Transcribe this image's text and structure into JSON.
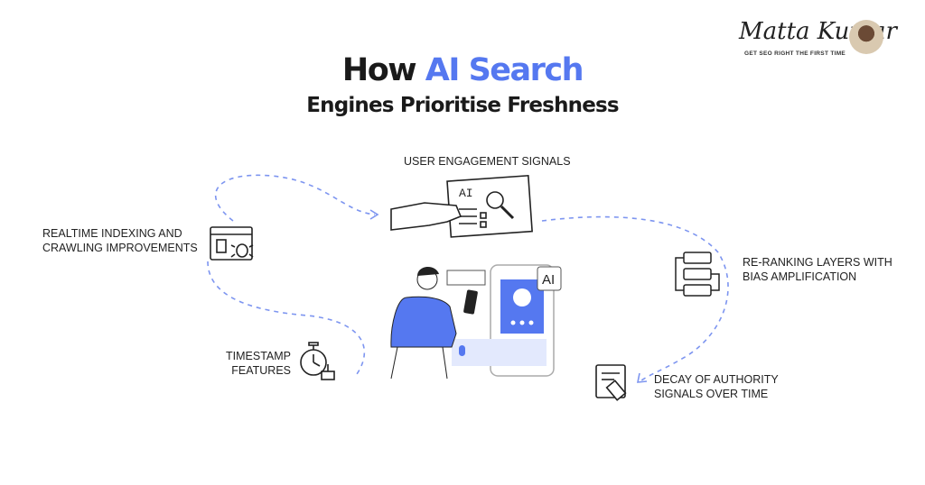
{
  "brand": {
    "name": "Matta Kumar",
    "tagline": "GET SEO RIGHT THE FIRST TIME"
  },
  "title": {
    "prefix": "How ",
    "highlight": "AI Search",
    "line2": "Engines Prioritise Freshness"
  },
  "labels": {
    "user_engagement": "USER ENGAGEMENT SIGNALS",
    "realtime_1": "REALTIME INDEXING AND",
    "realtime_2": "CRAWLING IMPROVEMENTS",
    "reranking_1": "RE-RANKING LAYERS WITH",
    "reranking_2": "BIAS AMPLIFICATION",
    "timestamp_1": "TIMESTAMP",
    "timestamp_2": "FEATURES",
    "decay_1": "DECAY OF AUTHORITY",
    "decay_2": "SIGNALS OVER TIME"
  },
  "illustration": {
    "doc_ai": "AI",
    "phone_ai": "AI"
  },
  "colors": {
    "accent": "#5578f0",
    "path": "#7d95f0"
  }
}
